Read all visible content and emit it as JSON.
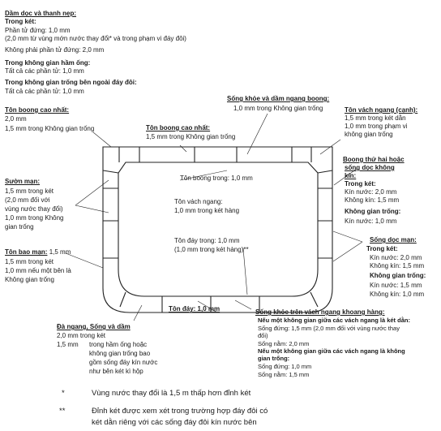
{
  "top_block": {
    "heading": "Dầm dọc và thanh nẹp:",
    "trong_ket_title": "Trong két:",
    "trong_ket_line1": "Phần tử đứng: 1,0 mm",
    "trong_ket_line2": "(2,0 mm từ vùng mớn nước thay đổi* và trong phạm vi đáy đôi)",
    "trong_ket_line3": "Không phải phần tử đứng: 2,0 mm",
    "ham_ong_title": "Trong không gian hầm ống:",
    "ham_ong_line": "Tất cả các phần tử: 1,0 mm",
    "ngoai_day_doi_title": "Trong không gian trống bên ngoài đáy đôi:",
    "ngoai_day_doi_line": "Tất cả các phần tử: 1,0 mm"
  },
  "labels": {
    "ton_boong_cao_nhat_left": {
      "title": "Tôn boong cao nhất:",
      "line1": "2,0 mm",
      "line2": "1,5 mm trong Không gian trống"
    },
    "ton_boong_cao_nhat_center": {
      "title": "Tôn boong cao nhất:",
      "line1": "1,5 mm trong Không gian trống"
    },
    "song_khoe_dam_ngang_boong": {
      "title": "Sống khỏe và dầm ngang boong:",
      "line1": "1,0 mm trong Không gian trống"
    },
    "ton_vach_ngang_canh": {
      "title": "Tôn vách ngang (cạnh):",
      "line1": "1,5 mm trong két dằn",
      "line2": "1,0 mm trong phạm vi",
      "line3": "không gian trống"
    },
    "boong_thu_hai": {
      "title1": "Boong thứ hai hoặc",
      "title2": "sống dọc không",
      "title3": "kín:",
      "sub1": "Trong két:",
      "kin_nuoc": "Kín nước: 2,0 mm",
      "khong_kin": "Không kín: 1,5 mm",
      "sub2": "Không gian trống:",
      "kin_nuoc_2": "Kín nước: 1,0 mm"
    },
    "suon_man": {
      "title": "Sườn mạn:",
      "line1": "1,5 mm trong két",
      "line2": "(2,0 mm đối với",
      "line3": "vùng nước thay đổi)",
      "line4": "1,0 mm trong Không",
      "line5": "gian trống"
    },
    "ton_bao_man": {
      "title": "Tôn bao mạn:",
      "value": "1,5 mm",
      "line1": "1,5 mm trong két",
      "line2": "1,0 mm nếu một bên là",
      "line3": "Không gian trống"
    },
    "song_doc_man": {
      "title": "Sống dọc mạn:",
      "sub1": "Trong két:",
      "kin_nuoc": "Kín nước: 2,0 mm",
      "khong_kin": "Không kín: 1,5 mm",
      "sub2": "Không gian trống:",
      "kin_nuoc_2": "Kín nước: 1,5 mm",
      "khong_kin_2": "Không kín: 1,0 mm"
    },
    "inner_boong_trong": "Tôn boong trong: 1,0 mm",
    "inner_vach_ngang_title": "Tôn vách ngang:",
    "inner_vach_ngang_line": "1,0 mm trong két hàng",
    "inner_day_trong_title": "Tôn đáy trong: 1,0 mm",
    "inner_day_trong_line": "(1,0 mm trong két hàng)**",
    "ton_day": "Tôn đáy: 1,0 mm",
    "da_ngang": {
      "title": "Đà ngang, Sống và dầm",
      "line1": "2,0 mm trong két",
      "line2a": "1,5 mm",
      "line2b": "trong hầm ống hoặc",
      "line3": "không gian trống bao",
      "line4": "gồm sống đáy kín nước",
      "line5": "như bên két kì hộp"
    },
    "song_khoe_vach": {
      "title": "Sống khỏe trên vách ngang khoang hàng:",
      "sub1": "Nếu một không gian giữa các vách ngang là két dằn:",
      "l1": "Sống đứng: 1,5 mm (2,0 mm đối với vùng nước thay",
      "l2": "đổi)",
      "l3": "Sống nằm: 2,0 mm",
      "sub2": "Nếu một không gian giữa các vách ngang là không",
      "sub2b": "gian trống:",
      "l4": "Sống đứng: 1,0 mm",
      "l5": "Sống nằm: 1,5 mm"
    }
  },
  "footnotes": [
    {
      "mark": "*",
      "text": "Vùng nước thay đổi là 1,5 m thấp hơn đỉnh két"
    },
    {
      "mark": "**",
      "text": "Đỉnh két được xem xét trong trường hợp đáy đôi có",
      "text2": "két dằn riêng với các sống đáy đôi kín nước bên"
    }
  ]
}
